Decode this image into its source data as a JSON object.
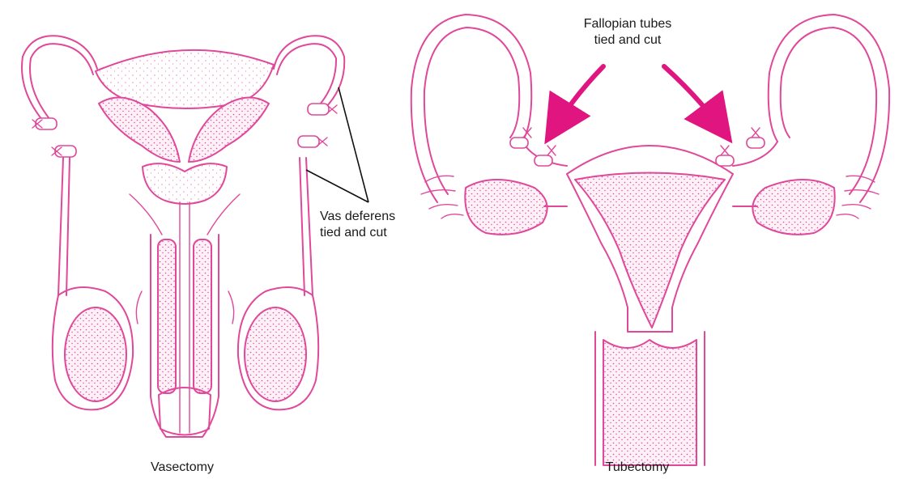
{
  "colors": {
    "tissue": "#e0489a",
    "arrow": "#e0157f",
    "leader": "#111111",
    "background": "#ffffff"
  },
  "labels": {
    "fallopian_line1": "Fallopian tubes",
    "fallopian_line2": "tied and cut",
    "vas_line1": "Vas deferens",
    "vas_line2": "tied and cut",
    "vasectomy_caption": "Vasectomy",
    "tubectomy_caption": "Tubectomy"
  }
}
